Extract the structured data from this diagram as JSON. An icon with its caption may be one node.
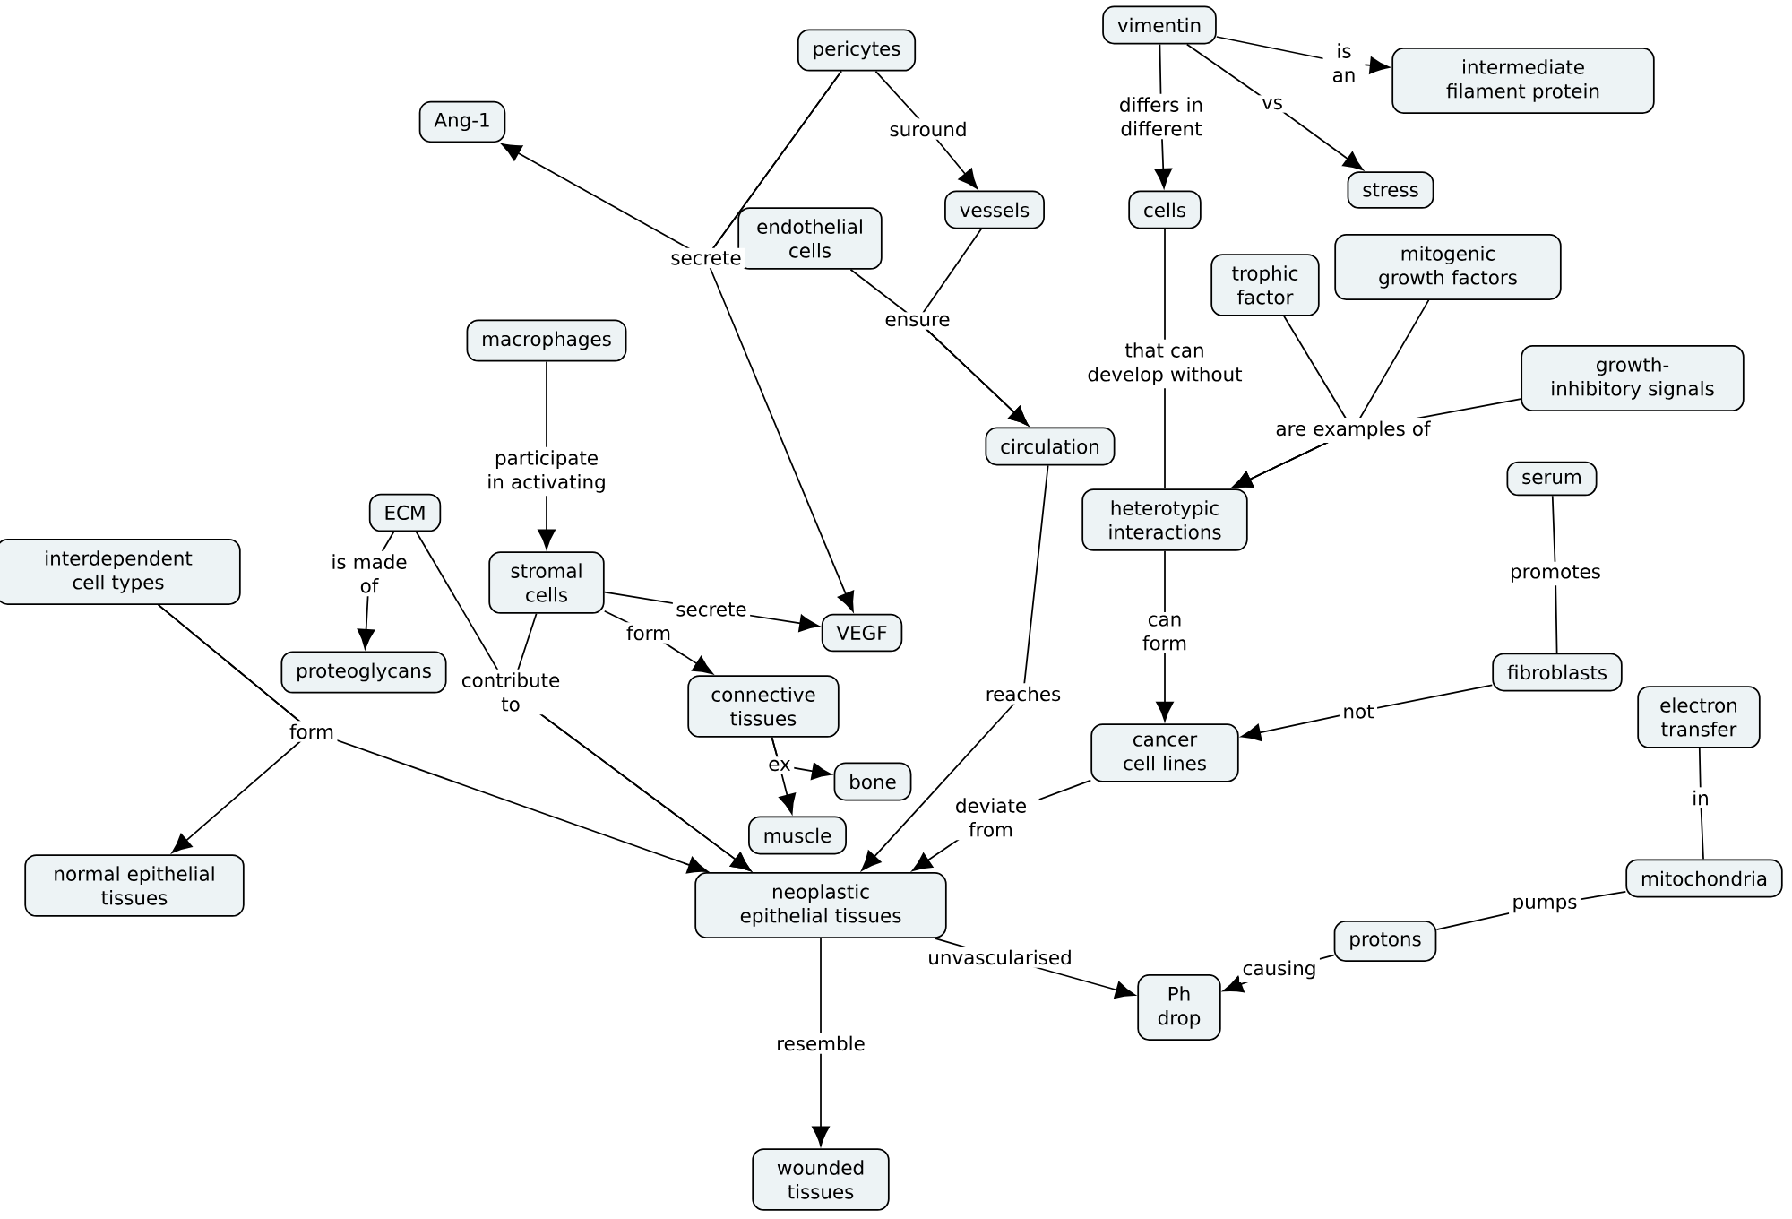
{
  "diagram": {
    "nodes": [
      {
        "text": [
          "pericytes"
        ]
      },
      {
        "text": [
          "vimentin"
        ]
      },
      {
        "text": [
          "intermediate filament protein"
        ]
      },
      {
        "text": [
          "Ang-1"
        ]
      },
      {
        "text": [
          "vessels"
        ]
      },
      {
        "text": [
          "cells"
        ]
      },
      {
        "text": [
          "stress"
        ]
      },
      {
        "text": [
          "endothelial cells"
        ]
      },
      {
        "text": [
          "trophic factor"
        ]
      },
      {
        "text": [
          "mitogenic growth factors"
        ]
      },
      {
        "text": [
          "macrophages"
        ]
      },
      {
        "text": [
          "growth-inhibitory signals"
        ]
      },
      {
        "text": [
          "circulation"
        ]
      },
      {
        "text": [
          "serum"
        ]
      },
      {
        "text": [
          "heterotypic interactions"
        ]
      },
      {
        "text": [
          "ECM"
        ]
      },
      {
        "text": [
          "interdependent cell types"
        ]
      },
      {
        "text": [
          "stromal cells"
        ]
      },
      {
        "text": [
          "VEGF"
        ]
      },
      {
        "text": [
          "proteoglycans"
        ]
      },
      {
        "text": [
          "connective tissues"
        ]
      },
      {
        "text": [
          "fibroblasts"
        ]
      },
      {
        "text": [
          "cancer cell lines"
        ]
      },
      {
        "text": [
          "electron transfer"
        ]
      },
      {
        "text": [
          "bone"
        ]
      },
      {
        "text": [
          "muscle"
        ]
      },
      {
        "text": [
          "normal epithelial tissues"
        ]
      },
      {
        "text": [
          "neoplastic epithelial tissues"
        ]
      },
      {
        "text": [
          "mitochondria"
        ]
      },
      {
        "text": [
          "protons"
        ]
      },
      {
        "text": [
          "Ph drop"
        ]
      },
      {
        "text": [
          "wounded tissues"
        ]
      }
    ],
    "edges": [
      {
        "from": 0,
        "to": 3,
        "arrow": "to",
        "label": "secrete"
      },
      {
        "from": 0,
        "to": 18,
        "arrow": "to"
      },
      {
        "from": 0,
        "to": 4,
        "arrow": "to",
        "label": "suround"
      },
      {
        "from": 1,
        "to": 2,
        "arrow": "to",
        "label": "is an"
      },
      {
        "from": 1,
        "to": 5,
        "arrow": "to",
        "label": "differs in different"
      },
      {
        "from": 1,
        "to": 6,
        "arrow": "to",
        "label": "vs"
      },
      {
        "from": 7,
        "to": 12,
        "arrow": "to",
        "label": "ensure"
      },
      {
        "from": 4,
        "to": 12,
        "arrow": "to"
      },
      {
        "from": 10,
        "to": 17,
        "arrow": "to",
        "label": "participate in activating"
      },
      {
        "from": 5,
        "to": 14,
        "arrow": "none",
        "label": "that can develop without"
      },
      {
        "from": 8,
        "to": 14,
        "arrow": "to",
        "label": "are examples of"
      },
      {
        "from": 9,
        "to": 14,
        "arrow": "to"
      },
      {
        "from": 11,
        "to": 14,
        "arrow": "to"
      },
      {
        "from": 15,
        "to": 19,
        "arrow": "to",
        "label": "is made of"
      },
      {
        "from": 15,
        "to": 27,
        "arrow": "to",
        "label": "contribute to"
      },
      {
        "from": 17,
        "to": 27,
        "arrow": "to"
      },
      {
        "from": 17,
        "to": 18,
        "arrow": "to",
        "label": "secrete"
      },
      {
        "from": 17,
        "to": 20,
        "arrow": "to",
        "label": "form"
      },
      {
        "from": 16,
        "to": 26,
        "arrow": "to",
        "label": "form"
      },
      {
        "from": 16,
        "to": 27,
        "arrow": "to"
      },
      {
        "from": 20,
        "to": 24,
        "arrow": "to",
        "label": "ex"
      },
      {
        "from": 20,
        "to": 25,
        "arrow": "to"
      },
      {
        "from": 12,
        "to": 27,
        "arrow": "to",
        "label": "reaches"
      },
      {
        "from": 14,
        "to": 22,
        "arrow": "to",
        "label": "can form"
      },
      {
        "from": 13,
        "to": 21,
        "arrow": "none",
        "label": "promotes"
      },
      {
        "from": 21,
        "to": 22,
        "arrow": "to",
        "label": "not"
      },
      {
        "from": 22,
        "to": 27,
        "arrow": "to",
        "label": "deviate from"
      },
      {
        "from": 23,
        "to": 28,
        "arrow": "none",
        "label": "in"
      },
      {
        "from": 28,
        "to": 29,
        "arrow": "none",
        "label": "pumps"
      },
      {
        "from": 29,
        "to": 30,
        "arrow": "to",
        "label": "causing"
      },
      {
        "from": 27,
        "to": 30,
        "arrow": "to",
        "label": "unvascularised"
      },
      {
        "from": 27,
        "to": 31,
        "arrow": "to",
        "label": "resemble"
      }
    ]
  }
}
